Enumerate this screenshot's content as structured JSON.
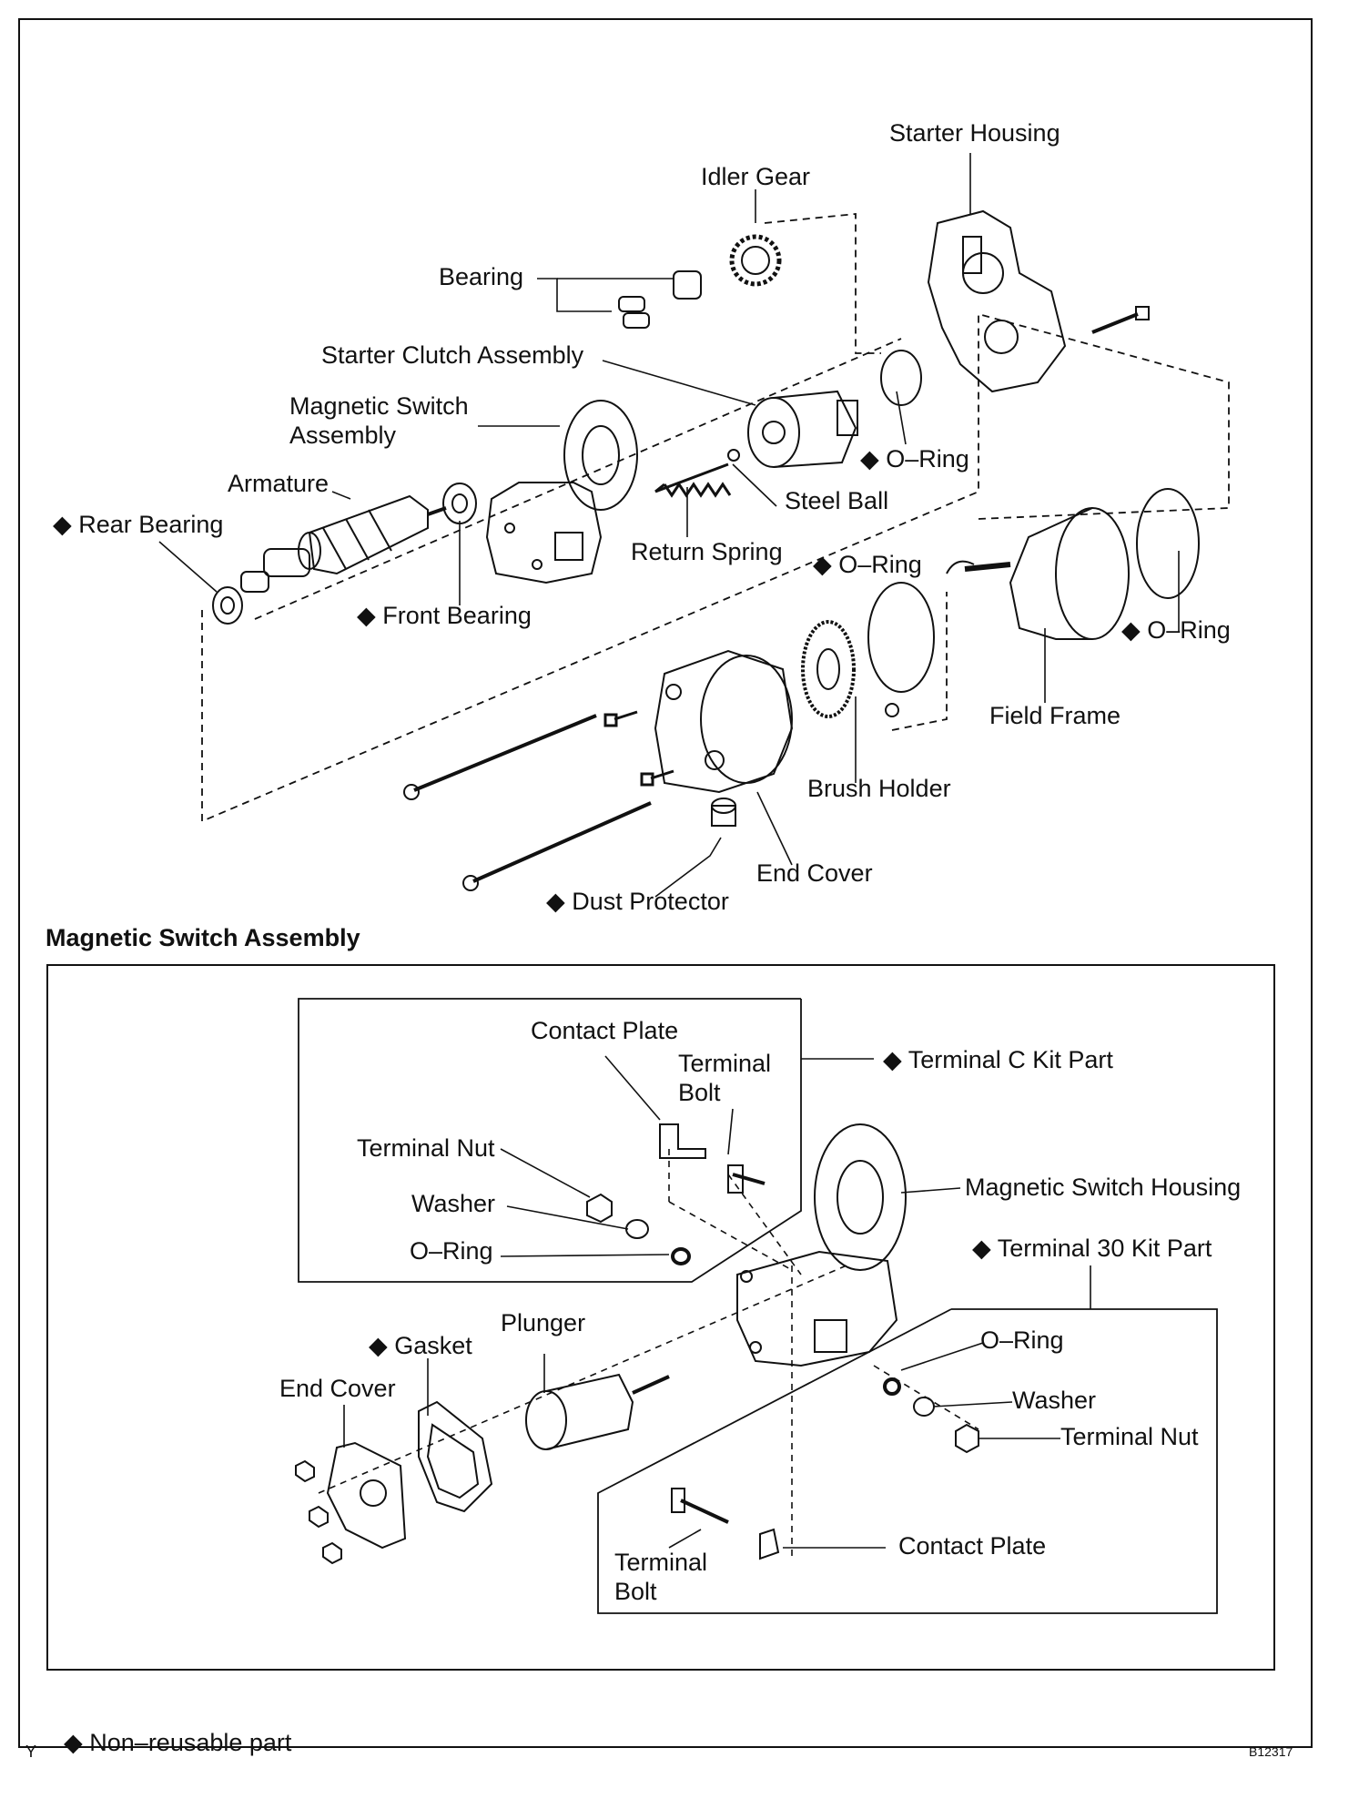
{
  "non_reusable_marker": "◆",
  "exploded_view": {
    "labels": {
      "starter_housing": "Starter Housing",
      "idler_gear": "Idler Gear",
      "bearing": "Bearing",
      "starter_clutch_assembly": "Starter Clutch Assembly",
      "magnetic_switch_assembly": "Magnetic Switch\nAssembly",
      "armature": "Armature",
      "rear_bearing": "◆ Rear Bearing",
      "front_bearing": "◆ Front Bearing",
      "o_ring_1": "◆ O–Ring",
      "steel_ball": "Steel Ball",
      "return_spring": "Return Spring",
      "o_ring_2": "◆ O–Ring",
      "o_ring_3": "◆ O–Ring",
      "field_frame": "Field Frame",
      "brush_holder": "Brush Holder",
      "end_cover": "End Cover",
      "dust_protector": "◆ Dust Protector"
    }
  },
  "magnetic_switch_section": {
    "title": "Magnetic Switch Assembly",
    "labels": {
      "contact_plate_top": "Contact Plate",
      "terminal_bolt_top": "Terminal\nBolt",
      "terminal_c_kit_part": "◆ Terminal C Kit Part",
      "terminal_nut_top": "Terminal Nut",
      "washer_top": "Washer",
      "o_ring_top": "O–Ring",
      "magnetic_switch_housing": "Magnetic Switch Housing",
      "terminal_30_kit_part": "◆ Terminal 30 Kit Part",
      "plunger": "Plunger",
      "gasket": "◆ Gasket",
      "end_cover": "End Cover",
      "o_ring_bottom": "O–Ring",
      "washer_bottom": "Washer",
      "terminal_nut_bottom": "Terminal Nut",
      "contact_plate_bottom": "Contact Plate",
      "terminal_bolt_bottom": "Terminal\nBolt"
    }
  },
  "footer": {
    "view_mark": "Y",
    "legend": "◆ Non–reusable part",
    "figure_id": "B12317"
  }
}
